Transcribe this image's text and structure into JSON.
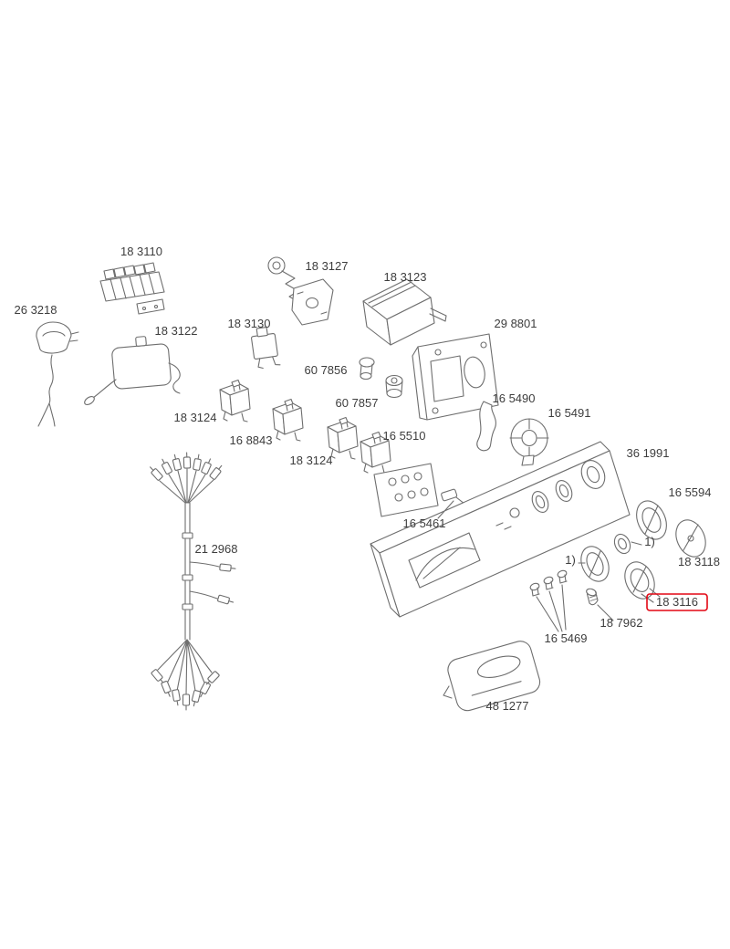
{
  "diagram": {
    "type": "exploded-parts-diagram",
    "description": "Washing machine control panel spare parts exploded view",
    "background_color": "#ffffff",
    "line_color": "#6e6e6e",
    "text_color": "#3d3d3d",
    "highlight_color": "#e30613",
    "highlighted_part": "18 3116",
    "labels": [
      {
        "name": "part-18-3110",
        "text": "18 3110"
      },
      {
        "name": "part-26-3218",
        "text": "26 3218"
      },
      {
        "name": "part-18-3122",
        "text": "18 3122"
      },
      {
        "name": "part-18-3127",
        "text": "18 3127"
      },
      {
        "name": "part-18-3130",
        "text": "18 3130"
      },
      {
        "name": "part-18-3123",
        "text": "18 3123"
      },
      {
        "name": "part-60-7856",
        "text": "60 7856"
      },
      {
        "name": "part-60-7857",
        "text": "60 7857"
      },
      {
        "name": "part-29-8801",
        "text": "29 8801"
      },
      {
        "name": "part-16-5490",
        "text": "16 5490"
      },
      {
        "name": "part-16-5491",
        "text": "16 5491"
      },
      {
        "name": "part-18-3124-a",
        "text": "18 3124"
      },
      {
        "name": "part-16-8843",
        "text": "16 8843"
      },
      {
        "name": "part-18-3124-b",
        "text": "18 3124"
      },
      {
        "name": "part-16-5510",
        "text": "16 5510"
      },
      {
        "name": "part-16-5461",
        "text": "16 5461"
      },
      {
        "name": "part-36-1991",
        "text": "36 1991"
      },
      {
        "name": "part-16-5594",
        "text": "16 5594"
      },
      {
        "name": "part-21-2968",
        "text": "21 2968"
      },
      {
        "name": "footnote-ref-left",
        "text": "1)"
      },
      {
        "name": "footnote-ref-right",
        "text": "1)"
      },
      {
        "name": "part-18-3118",
        "text": "18 3118"
      },
      {
        "name": "part-18-3116",
        "text": "18 3116"
      },
      {
        "name": "part-18-7962",
        "text": "18 7962"
      },
      {
        "name": "part-16-5469",
        "text": "16 5469"
      },
      {
        "name": "part-48-1277",
        "text": "48 1277"
      }
    ]
  }
}
